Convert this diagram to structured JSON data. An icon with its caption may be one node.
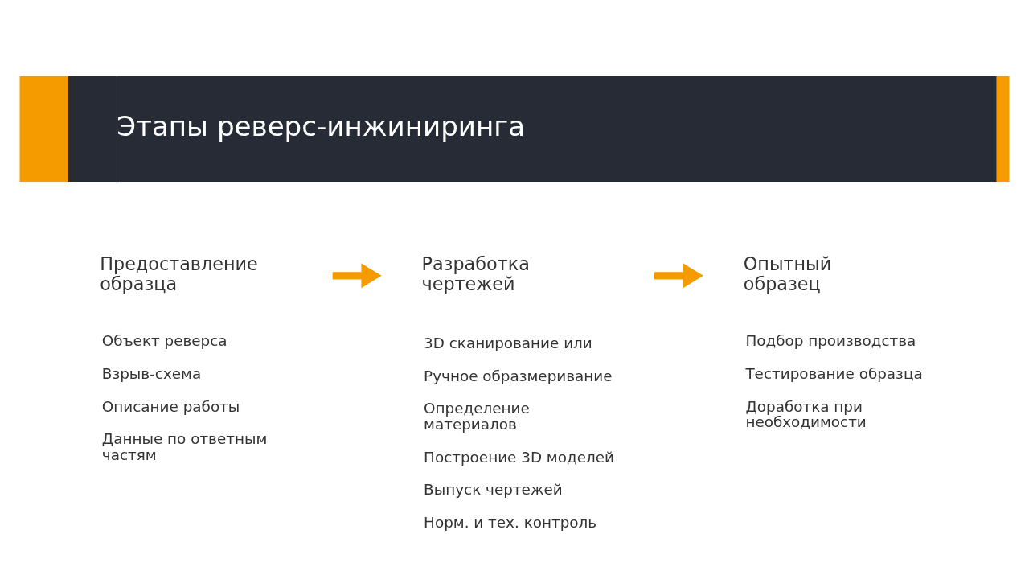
{
  "diagram": {
    "title": "Этапы реверс-инжиниринга",
    "nodes": [
      {
        "text": [
          "Предоставление образца"
        ],
        "beside": [
          "Объект реверса",
          "Взрыв-схема",
          "Описание работы",
          "Данные по ответным частям"
        ]
      },
      {
        "text": [
          "Разработка чертежей"
        ],
        "beside": [
          "3D сканирование или",
          "Ручное образмеривание",
          "Определение материалов",
          "Построение 3D моделей",
          "Выпуск чертежей",
          "Норм. и тех. контроль"
        ]
      },
      {
        "text": [
          "Опытный образец"
        ],
        "beside": [
          "Подбор производства",
          "Тестирование образца",
          "Доработка при необходимости"
        ]
      }
    ],
    "edges": [
      {
        "from": 0,
        "to": 1,
        "arrow": "to"
      },
      {
        "from": 1,
        "to": 2,
        "arrow": "to"
      }
    ]
  }
}
